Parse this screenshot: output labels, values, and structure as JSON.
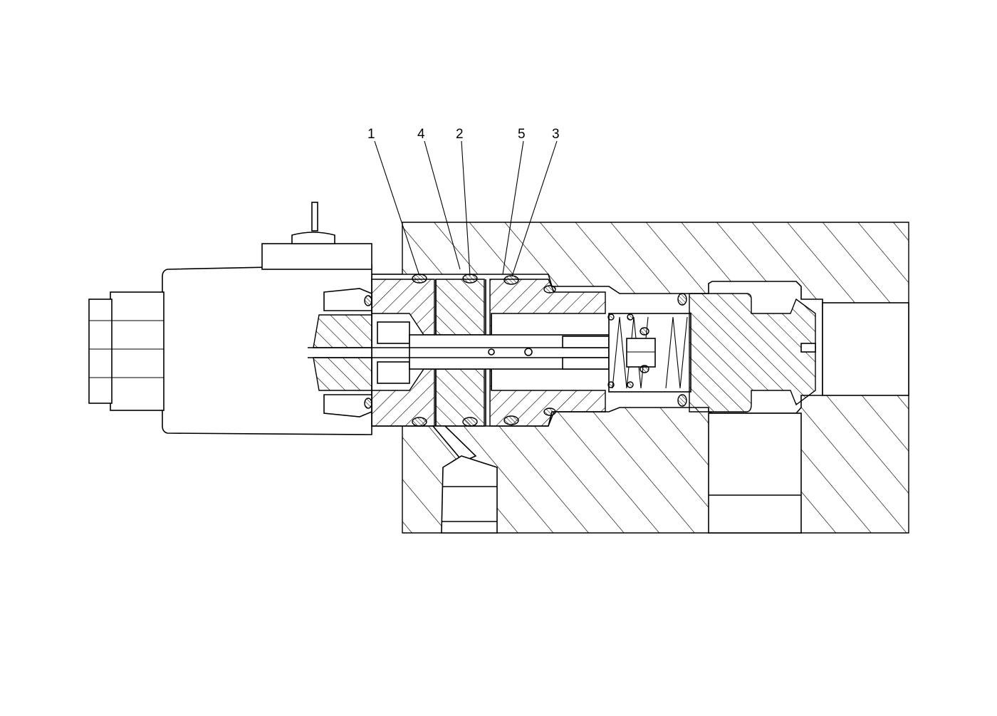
{
  "diagram": {
    "callouts": [
      {
        "id": "c1",
        "label": "1"
      },
      {
        "id": "c4",
        "label": "4"
      },
      {
        "id": "c2",
        "label": "2"
      },
      {
        "id": "c5",
        "label": "5"
      },
      {
        "id": "c3",
        "label": "3"
      }
    ]
  }
}
